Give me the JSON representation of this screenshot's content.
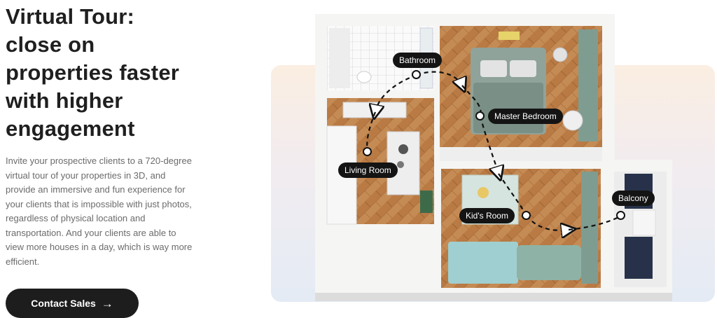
{
  "hero": {
    "title_lines": [
      "Virtual Tour:",
      "close on",
      "properties faster",
      "with higher",
      "engagement"
    ],
    "description": "Invite your prospective clients to a 720-degree virtual tour of your properties in 3D, and provide an immersive and fun experience for your clients that is impossible with just photos, regardless of physical location and transportation. And your clients are able to view more houses in a day, which is way more efficient.",
    "cta_label": "Contact Sales",
    "cta_icon": "arrow-right-icon"
  },
  "floorplan": {
    "rooms": [
      {
        "label": "Bathroom"
      },
      {
        "label": "Master Bedroom"
      },
      {
        "label": "Living Room"
      },
      {
        "label": "Kid's Room"
      },
      {
        "label": "Balcony"
      }
    ],
    "colors": {
      "tag_bg": "#141414",
      "tag_text": "#ffffff",
      "wood": "#c48a52",
      "wall": "#f4f4f2",
      "bed_green": "#8fa39a",
      "curtain_green": "#7f9c91",
      "curtain_navy": "#27324a",
      "gradient_top": "#fbeee2",
      "gradient_bottom": "#e4ebf5"
    }
  }
}
